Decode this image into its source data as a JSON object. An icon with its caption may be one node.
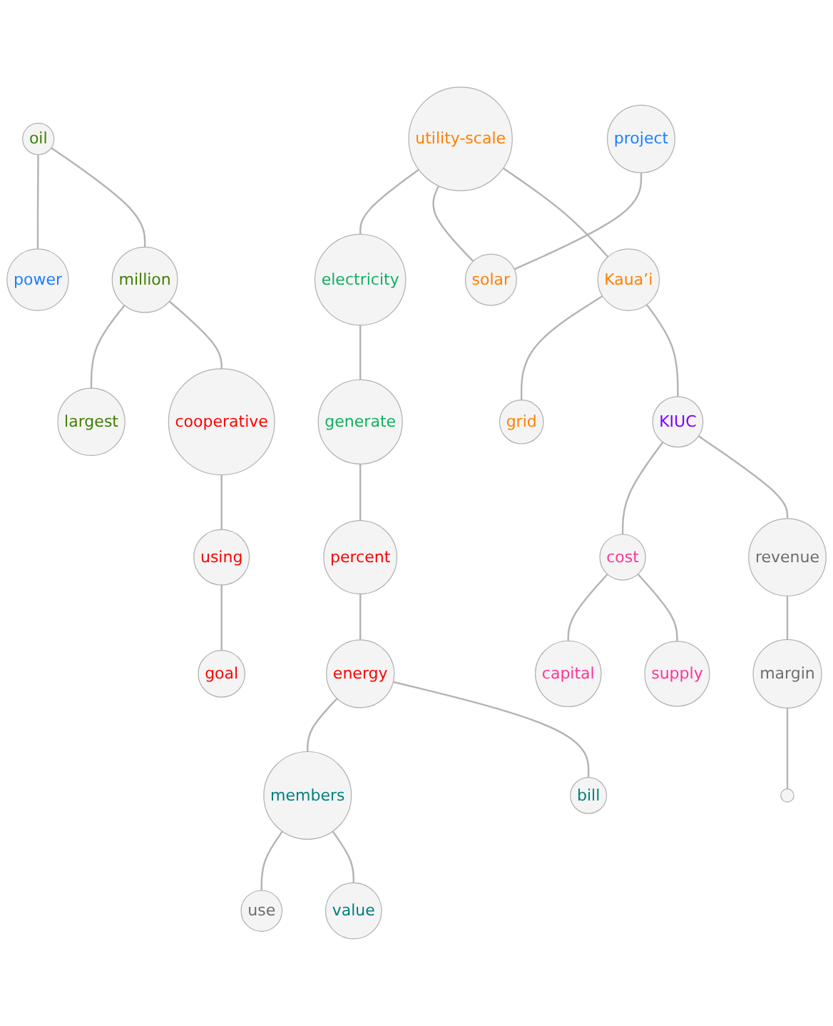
{
  "diagram": {
    "nodes": [
      {
        "text": [
          "use"
        ]
      },
      {
        "text": [
          "oil"
        ]
      },
      {
        "text": [
          "million"
        ]
      },
      {
        "text": [
          "power"
        ]
      },
      {
        "text": [
          "largest"
        ]
      },
      {
        "text": [
          "value"
        ]
      },
      {
        "text": [
          "project"
        ]
      },
      {
        "text": [
          "cooperative"
        ]
      },
      {
        "text": [
          "members"
        ]
      },
      {
        "text": [
          "using"
        ]
      },
      {
        "text": [
          "utility-scale"
        ]
      },
      {
        "text": [
          "electricity"
        ]
      },
      {
        "text": [
          "solar"
        ]
      },
      {
        "text": [
          "energy"
        ]
      },
      {
        "text": [
          "generate"
        ]
      },
      {
        "text": [
          "percent"
        ]
      },
      {
        "text": [
          "bill"
        ]
      },
      {
        "text": [
          "goal"
        ]
      },
      {
        "text": [
          "Kaua’i"
        ]
      },
      {
        "text": [
          "grid"
        ]
      },
      {
        "text": [
          "capital"
        ]
      },
      {
        "text": [
          "cost"
        ]
      },
      {
        "text": [
          "KIUC"
        ]
      },
      {
        "text": [
          "supply"
        ]
      },
      {
        "text": [
          "revenue"
        ]
      },
      {
        "text": [
          "margin"
        ]
      },
      {
        "text": [],
        "shape": "circle"
      }
    ],
    "edges": [
      {
        "from": 1,
        "to": 3,
        "arrow": "none"
      },
      {
        "from": 1,
        "to": 2,
        "arrow": "none"
      },
      {
        "from": 2,
        "to": 4,
        "arrow": "none"
      },
      {
        "from": 2,
        "to": 7,
        "arrow": "none"
      },
      {
        "from": 7,
        "to": 9,
        "arrow": "none"
      },
      {
        "from": 9,
        "to": 17,
        "arrow": "none"
      },
      {
        "from": 15,
        "to": 13,
        "arrow": "none"
      },
      {
        "from": 14,
        "to": 15,
        "arrow": "none"
      },
      {
        "from": 11,
        "to": 14,
        "arrow": "none"
      },
      {
        "from": 10,
        "to": 11,
        "arrow": "none"
      },
      {
        "from": 10,
        "to": 12,
        "arrow": "none"
      },
      {
        "from": 6,
        "to": 12,
        "arrow": "none"
      },
      {
        "from": 10,
        "to": 18,
        "arrow": "none"
      },
      {
        "from": 18,
        "to": 19,
        "arrow": "none"
      },
      {
        "from": 18,
        "to": 22,
        "arrow": "none"
      },
      {
        "from": 22,
        "to": 21,
        "arrow": "none"
      },
      {
        "from": 21,
        "to": 20,
        "arrow": "none"
      },
      {
        "from": 21,
        "to": 23,
        "arrow": "none"
      },
      {
        "from": 22,
        "to": 24,
        "arrow": "none"
      },
      {
        "from": 24,
        "to": 25,
        "arrow": "none"
      },
      {
        "from": 25,
        "to": 26,
        "arrow": "none"
      },
      {
        "from": 13,
        "to": 8,
        "arrow": "none"
      },
      {
        "from": 13,
        "to": 16,
        "arrow": "none"
      },
      {
        "from": 8,
        "to": 0,
        "arrow": "none"
      },
      {
        "from": 8,
        "to": 5,
        "arrow": "none"
      }
    ]
  }
}
